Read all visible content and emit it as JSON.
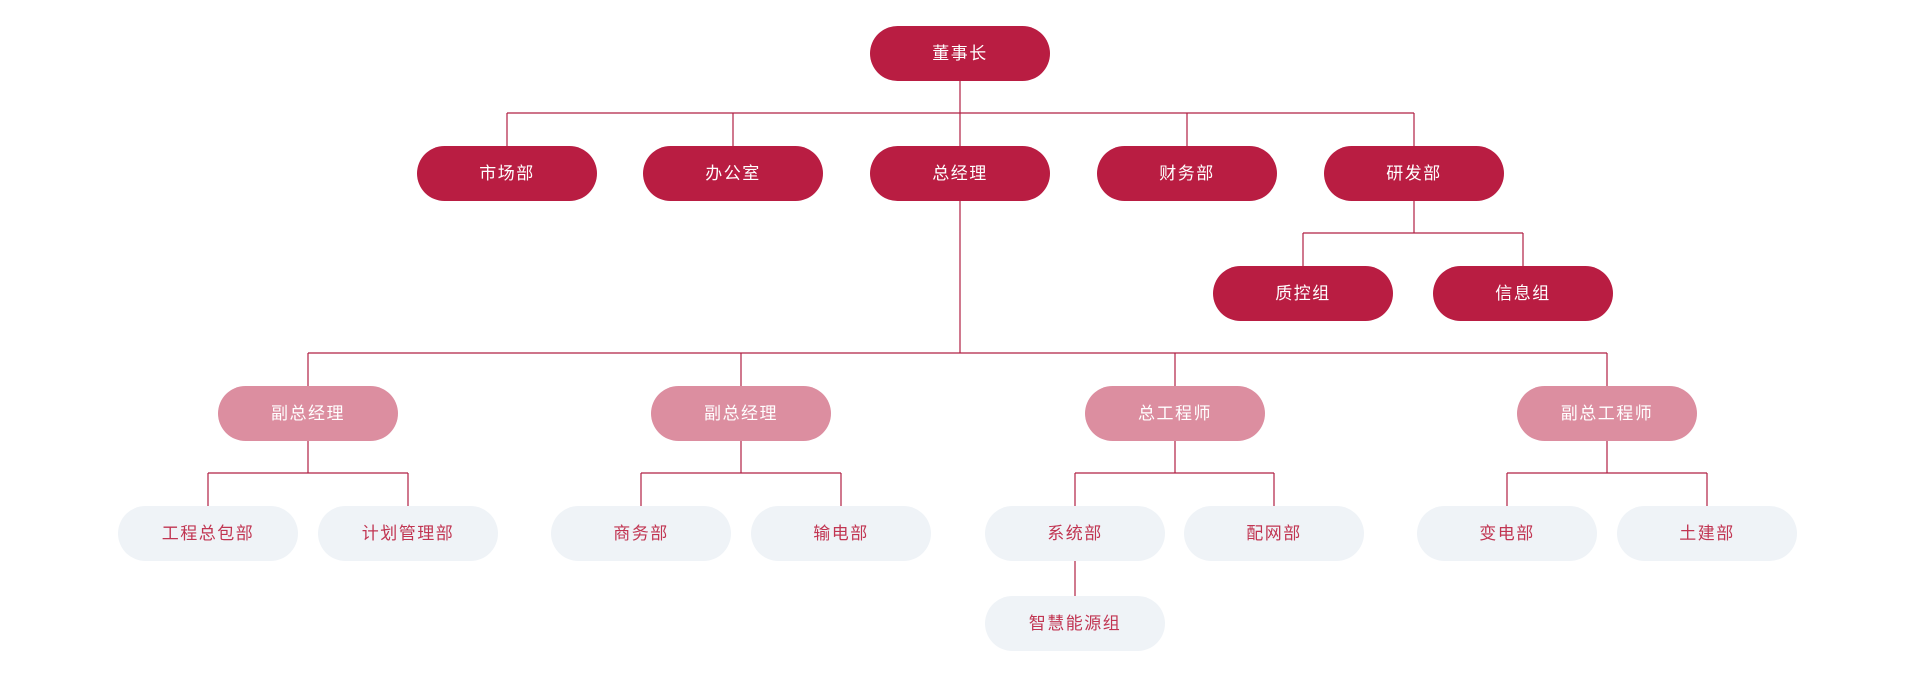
{
  "org_chart": {
    "type": "tree",
    "styles": {
      "primary_fill": "#B91D42",
      "secondary_fill": "#DC8EA0",
      "leaf_fill": "#EFF3F7",
      "leaf_text_color": "#C13552",
      "node_text_color": "#FFFFFF",
      "line_color": "#B02043",
      "background": "#FFFFFF"
    },
    "nodes": [
      {
        "label": "董事长",
        "variant": "primary",
        "parent_index": null
      },
      {
        "label": "市场部",
        "variant": "primary",
        "parent_index": 0
      },
      {
        "label": "办公室",
        "variant": "primary",
        "parent_index": 0
      },
      {
        "label": "总经理",
        "variant": "primary",
        "parent_index": 0
      },
      {
        "label": "财务部",
        "variant": "primary",
        "parent_index": 0
      },
      {
        "label": "研发部",
        "variant": "primary",
        "parent_index": 0
      },
      {
        "label": "质控组",
        "variant": "primary",
        "parent_index": 5
      },
      {
        "label": "信息组",
        "variant": "primary",
        "parent_index": 5
      },
      {
        "label": "副总经理",
        "variant": "secondary",
        "parent_index": 3
      },
      {
        "label": "副总经理",
        "variant": "secondary",
        "parent_index": 3
      },
      {
        "label": "总工程师",
        "variant": "secondary",
        "parent_index": 3
      },
      {
        "label": "副总工程师",
        "variant": "secondary",
        "parent_index": 3
      },
      {
        "label": "工程总包部",
        "variant": "leaf",
        "parent_index": 8
      },
      {
        "label": "计划管理部",
        "variant": "leaf",
        "parent_index": 8
      },
      {
        "label": "商务部",
        "variant": "leaf",
        "parent_index": 9
      },
      {
        "label": "输电部",
        "variant": "leaf",
        "parent_index": 9
      },
      {
        "label": "系统部",
        "variant": "leaf",
        "parent_index": 10
      },
      {
        "label": "配网部",
        "variant": "leaf",
        "parent_index": 10
      },
      {
        "label": "变电部",
        "variant": "leaf",
        "parent_index": 11
      },
      {
        "label": "土建部",
        "variant": "leaf",
        "parent_index": 11
      },
      {
        "label": "智慧能源组",
        "variant": "leaf",
        "parent_index": 16
      }
    ]
  }
}
